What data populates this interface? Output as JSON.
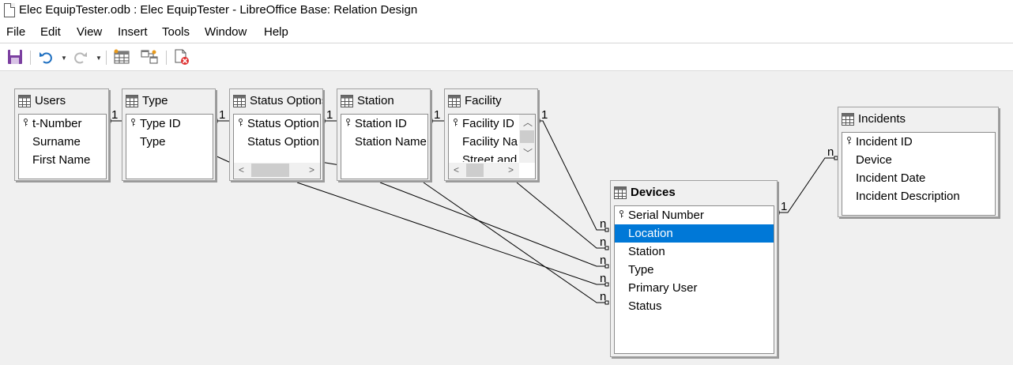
{
  "window": {
    "title": "Elec EquipTester.odb : Elec EquipTester - LibreOffice Base: Relation Design"
  },
  "menu": [
    "File",
    "Edit",
    "View",
    "Insert",
    "Tools",
    "Window",
    "Help"
  ],
  "toolbar": [
    "save-icon",
    "undo-icon",
    "redo-icon",
    "add-tables-icon",
    "new-relation-icon",
    "delete-icon"
  ],
  "tables": {
    "users": {
      "title": "Users",
      "fields": [
        "t-Number",
        "Surname",
        "First Name"
      ]
    },
    "type": {
      "title": "Type",
      "fields": [
        "Type ID",
        "Type"
      ]
    },
    "status_options": {
      "title": "Status Options",
      "fields": [
        "Status Option ID",
        "Status Option"
      ]
    },
    "station": {
      "title": "Station",
      "fields": [
        "Station ID",
        "Station Name"
      ]
    },
    "facility": {
      "title": "Facility",
      "fields": [
        "Facility ID",
        "Facility Name",
        "Street and"
      ]
    },
    "devices": {
      "title": "Devices",
      "fields": [
        "Serial Number",
        "Location",
        "Station",
        "Type",
        "Primary User",
        "Status"
      ],
      "selected": "Location"
    },
    "incidents": {
      "title": "Incidents",
      "fields": [
        "Incident ID",
        "Device",
        "Incident Date",
        "Incident Description"
      ]
    }
  },
  "cardinality": {
    "one": "1",
    "many": "n"
  }
}
